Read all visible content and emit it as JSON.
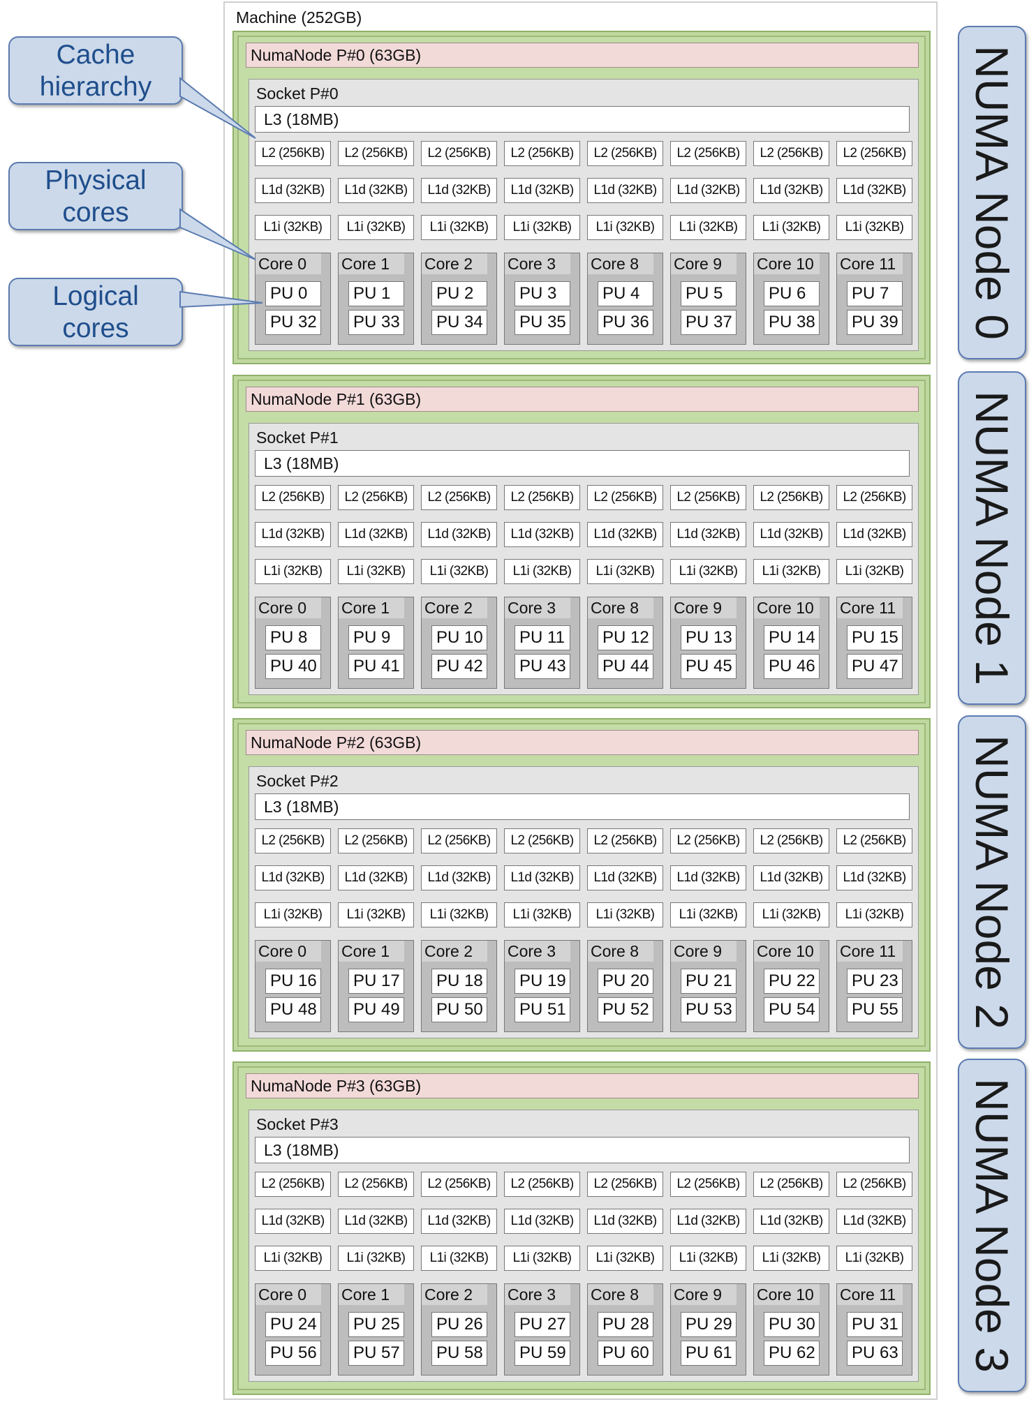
{
  "machine": {
    "title": "Machine (252GB)"
  },
  "callouts": [
    {
      "line1": "Cache",
      "line2": "hierarchy"
    },
    {
      "line1": "Physical",
      "line2": "cores"
    },
    {
      "line1": "Logical",
      "line2": "cores"
    }
  ],
  "cache_labels": {
    "l2": "L2 (256KB)",
    "l1d": "L1d (32KB)",
    "l1i": "L1i (32KB)",
    "l3": "L3 (18MB)"
  },
  "numa_nodes": [
    {
      "title": "NumaNode P#0 (63GB)",
      "socket": "Socket P#0",
      "side_label": "NUMA Node 0",
      "cores": [
        {
          "label": "Core 0",
          "pu": [
            "PU 0",
            "PU 32"
          ]
        },
        {
          "label": "Core 1",
          "pu": [
            "PU 1",
            "PU 33"
          ]
        },
        {
          "label": "Core 2",
          "pu": [
            "PU 2",
            "PU 34"
          ]
        },
        {
          "label": "Core 3",
          "pu": [
            "PU 3",
            "PU 35"
          ]
        },
        {
          "label": "Core 8",
          "pu": [
            "PU 4",
            "PU 36"
          ]
        },
        {
          "label": "Core 9",
          "pu": [
            "PU 5",
            "PU 37"
          ]
        },
        {
          "label": "Core 10",
          "pu": [
            "PU 6",
            "PU 38"
          ]
        },
        {
          "label": "Core 11",
          "pu": [
            "PU 7",
            "PU 39"
          ]
        }
      ]
    },
    {
      "title": "NumaNode P#1 (63GB)",
      "socket": "Socket P#1",
      "side_label": "NUMA Node 1",
      "cores": [
        {
          "label": "Core 0",
          "pu": [
            "PU 8",
            "PU 40"
          ]
        },
        {
          "label": "Core 1",
          "pu": [
            "PU 9",
            "PU 41"
          ]
        },
        {
          "label": "Core 2",
          "pu": [
            "PU 10",
            "PU 42"
          ]
        },
        {
          "label": "Core 3",
          "pu": [
            "PU 11",
            "PU 43"
          ]
        },
        {
          "label": "Core 8",
          "pu": [
            "PU 12",
            "PU 44"
          ]
        },
        {
          "label": "Core 9",
          "pu": [
            "PU 13",
            "PU 45"
          ]
        },
        {
          "label": "Core 10",
          "pu": [
            "PU 14",
            "PU 46"
          ]
        },
        {
          "label": "Core 11",
          "pu": [
            "PU 15",
            "PU 47"
          ]
        }
      ]
    },
    {
      "title": "NumaNode P#2 (63GB)",
      "socket": "Socket P#2",
      "side_label": "NUMA Node 2",
      "cores": [
        {
          "label": "Core 0",
          "pu": [
            "PU 16",
            "PU 48"
          ]
        },
        {
          "label": "Core 1",
          "pu": [
            "PU 17",
            "PU 49"
          ]
        },
        {
          "label": "Core 2",
          "pu": [
            "PU 18",
            "PU 50"
          ]
        },
        {
          "label": "Core 3",
          "pu": [
            "PU 19",
            "PU 51"
          ]
        },
        {
          "label": "Core 8",
          "pu": [
            "PU 20",
            "PU 52"
          ]
        },
        {
          "label": "Core 9",
          "pu": [
            "PU 21",
            "PU 53"
          ]
        },
        {
          "label": "Core 10",
          "pu": [
            "PU 22",
            "PU 54"
          ]
        },
        {
          "label": "Core 11",
          "pu": [
            "PU 23",
            "PU 55"
          ]
        }
      ]
    },
    {
      "title": "NumaNode P#3 (63GB)",
      "socket": "Socket P#3",
      "side_label": "NUMA Node 3",
      "cores": [
        {
          "label": "Core 0",
          "pu": [
            "PU 24",
            "PU 56"
          ]
        },
        {
          "label": "Core 1",
          "pu": [
            "PU 25",
            "PU 57"
          ]
        },
        {
          "label": "Core 2",
          "pu": [
            "PU 26",
            "PU 58"
          ]
        },
        {
          "label": "Core 3",
          "pu": [
            "PU 27",
            "PU 59"
          ]
        },
        {
          "label": "Core 8",
          "pu": [
            "PU 28",
            "PU 60"
          ]
        },
        {
          "label": "Core 9",
          "pu": [
            "PU 29",
            "PU 61"
          ]
        },
        {
          "label": "Core 10",
          "pu": [
            "PU 30",
            "PU 62"
          ]
        },
        {
          "label": "Core 11",
          "pu": [
            "PU 31",
            "PU 63"
          ]
        }
      ]
    }
  ],
  "colors": {
    "numa_fill": "#bfd89f",
    "numa_title_fill": "#f2dad9",
    "socket_fill": "#e4e4e4",
    "core_fill": "#bdbdbd",
    "callout_fill": "#ccd9ea",
    "callout_text": "#1f4e8c"
  }
}
